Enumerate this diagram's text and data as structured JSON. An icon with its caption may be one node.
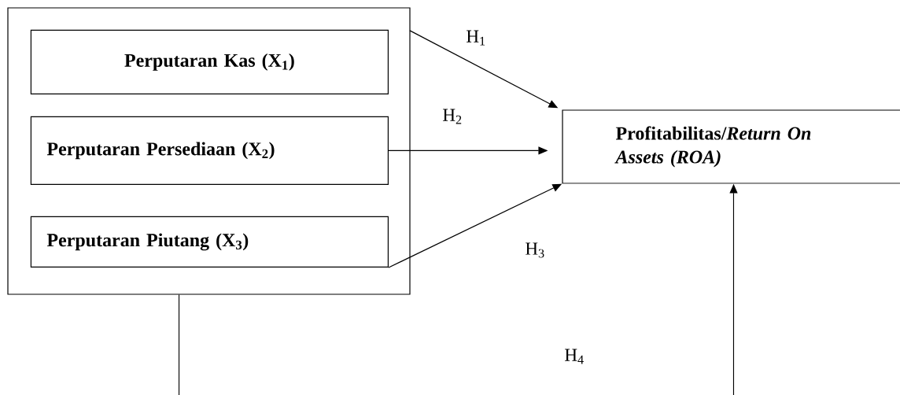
{
  "diagram": {
    "nodes": [
      {
        "text": [],
        "shape": "box"
      },
      {
        "text": [
          "Perputaran Kas (X$_{1}$)"
        ],
        "in": 0
      },
      {
        "text": [
          "Perputaran Persediaan (X$_{2}$)"
        ],
        "in": 0
      },
      {
        "text": [
          "Perputaran Piutang (X$_{3}$)"
        ],
        "in": 0
      },
      {
        "text": [
          "Profitabilitas/*Return On Assets (ROA)*"
        ]
      }
    ],
    "edges": [
      {
        "from": 1,
        "to": 4,
        "arrow": "to",
        "label": "H$_{1}$"
      },
      {
        "from": 2,
        "to": 4,
        "arrow": "to",
        "label": "H$_{2}$"
      },
      {
        "from": 3,
        "to": 4,
        "arrow": "to",
        "label": "H$_{3}$"
      },
      {
        "from": 0,
        "to": 4,
        "arrow": "to",
        "label": "H$_{4}$"
      }
    ]
  }
}
